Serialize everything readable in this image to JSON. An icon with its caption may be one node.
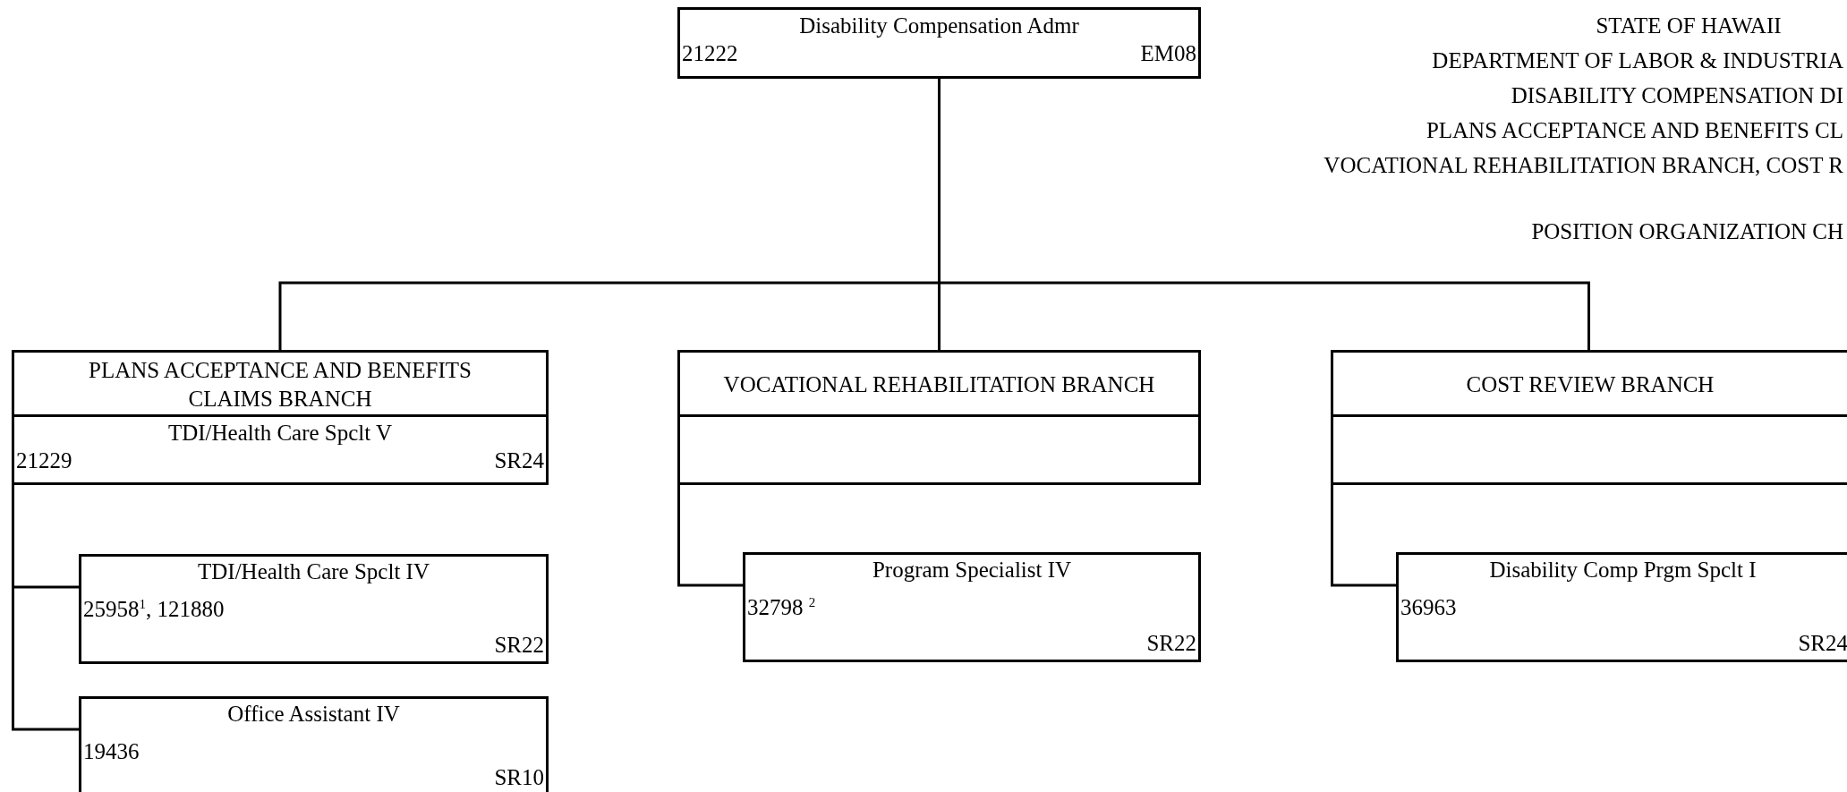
{
  "diagram": {
    "nodes": [
      {
        "text": [
          "Disability Compensation Admr",
          "21222",
          "EM08"
        ]
      },
      {
        "text": [
          "PLANS ACCEPTANCE AND BENEFITS CLAIMS BRANCH"
        ]
      },
      {
        "text": [
          "TDI/Health Care Spclt V",
          "21229",
          "SR24"
        ],
        "in": 1
      },
      {
        "text": [
          "VOCATIONAL REHABILITATION BRANCH"
        ]
      },
      {
        "text": [],
        "shape": "box",
        "in": 3
      },
      {
        "text": [
          "COST REVIEW BRANCH"
        ]
      },
      {
        "text": [],
        "shape": "box",
        "in": 5
      },
      {
        "text": [
          "TDI/Health Care Spclt IV",
          "25958$^{1}$, 121880",
          "SR22"
        ]
      },
      {
        "text": [
          "Office Assistant IV",
          "19436",
          "SR10"
        ]
      },
      {
        "text": [
          "Program Specialist IV",
          "32798 $^{2}$",
          "SR22"
        ]
      },
      {
        "text": [
          "Disability Comp Prgm Spclt I",
          "36963",
          "SR24"
        ]
      }
    ],
    "edges": [
      {
        "from": 0,
        "to": 1,
        "arrow": "none"
      },
      {
        "from": 0,
        "to": 3,
        "arrow": "none"
      },
      {
        "from": 0,
        "to": 5,
        "arrow": "none"
      },
      {
        "from": 2,
        "to": 7,
        "arrow": "none"
      },
      {
        "from": 2,
        "to": 8,
        "arrow": "none"
      },
      {
        "from": 4,
        "to": 9,
        "arrow": "none"
      },
      {
        "from": 6,
        "to": 10,
        "arrow": "none"
      }
    ],
    "labels": [
      "STATE OF HAWAII",
      "DEPARTMENT OF LABOR & INDUSTRIA",
      "DISABILITY COMPENSATION DI",
      "PLANS ACCEPTANCE AND BENEFITS CL",
      "VOCATIONAL REHABILITATION BRANCH, COST R",
      "POSITION ORGANIZATION CH"
    ]
  }
}
